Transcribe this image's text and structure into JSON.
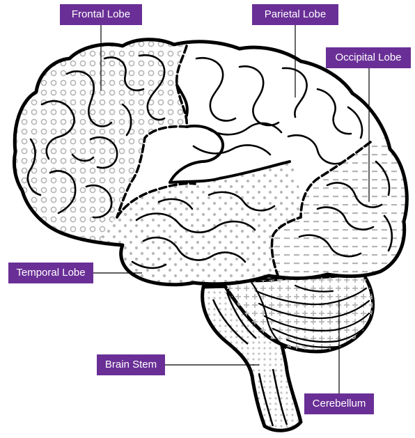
{
  "colors": {
    "label_background": "#6a2f96",
    "label_text": "#ffffff",
    "outline": "#000000",
    "pattern": "#b5b5b5"
  },
  "labels": {
    "frontal": "Frontal Lobe",
    "parietal": "Parietal Lobe",
    "occipital": "Occipital Lobe",
    "temporal": "Temporal Lobe",
    "brain_stem": "Brain Stem",
    "cerebellum": "Cerebellum"
  }
}
